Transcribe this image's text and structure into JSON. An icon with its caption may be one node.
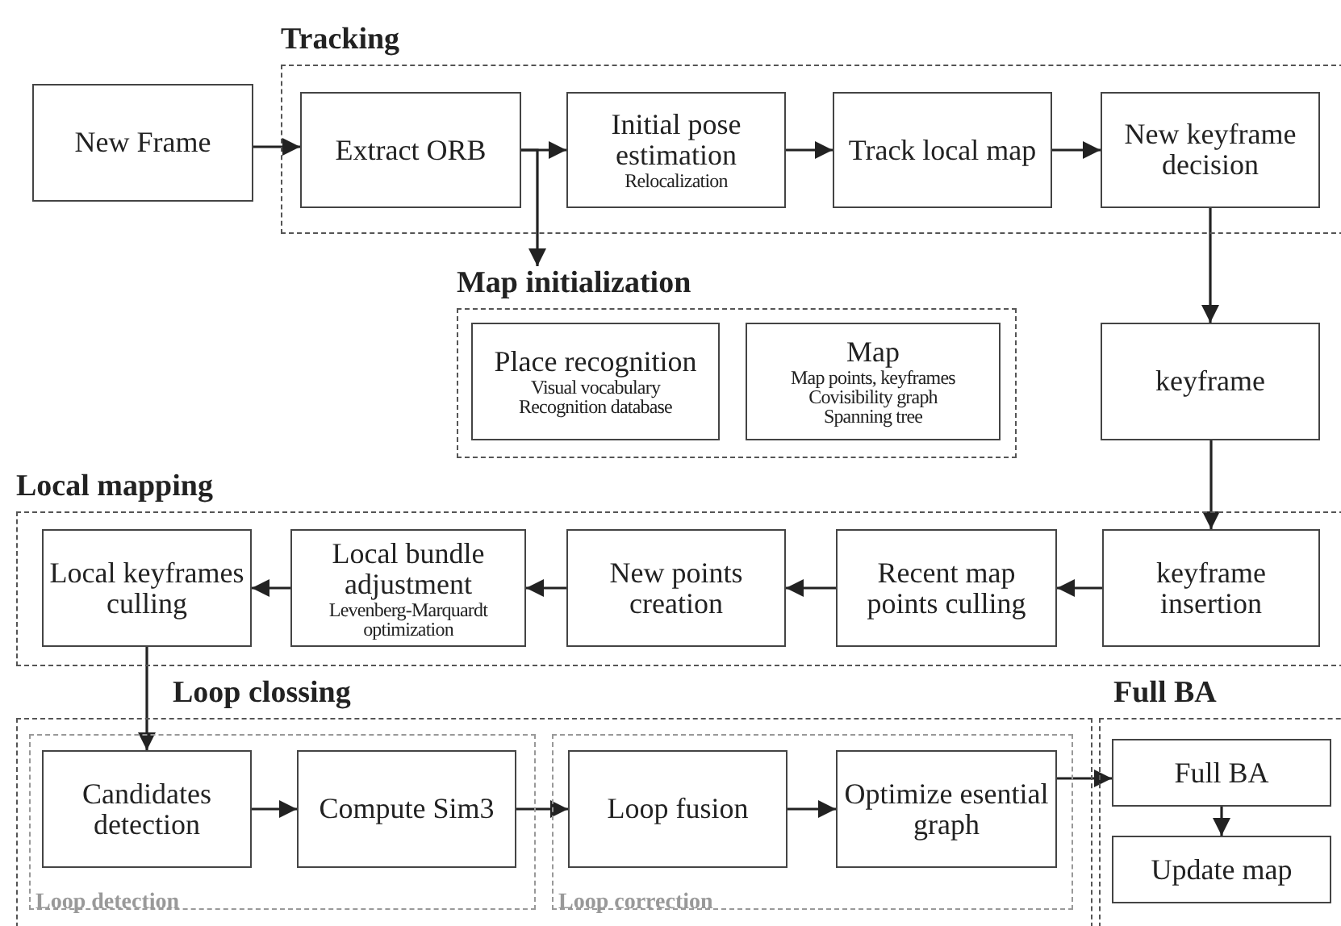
{
  "diagram": {
    "nodes": [
      {
        "text": [
          "Tracking"
        ]
      },
      {
        "text": [
          "New Frame"
        ]
      },
      {
        "text": [
          "Extract ORB"
        ],
        "in": 0
      },
      {
        "text": [
          "Initial pose estimation",
          "Relocalization"
        ],
        "in": 0
      },
      {
        "text": [
          "Track local map"
        ],
        "in": 0
      },
      {
        "text": [
          "New keyframe decision"
        ],
        "in": 0
      },
      {
        "text": [
          "Map initialization"
        ]
      },
      {
        "text": [
          "Place recognition",
          "Visual vocabulary",
          "Recognition database"
        ],
        "in": 6
      },
      {
        "text": [
          "Map",
          "Map points, keyframes",
          "Covisibility graph",
          "Spanning tree"
        ],
        "in": 6
      },
      {
        "text": [
          "keyframe"
        ]
      },
      {
        "text": [
          "Local mapping"
        ]
      },
      {
        "text": [
          "Local keyframes culling"
        ],
        "in": 10
      },
      {
        "text": [
          "Local bundle adjustment",
          "Levenberg-Marquardt optimization"
        ],
        "in": 10
      },
      {
        "text": [
          "New points creation"
        ],
        "in": 10
      },
      {
        "text": [
          "Recent map points culling"
        ],
        "in": 10
      },
      {
        "text": [
          "keyframe insertion"
        ],
        "in": 10
      },
      {
        "text": [
          "Loop clossing"
        ]
      },
      {
        "text": [
          "Loop detection"
        ],
        "in": 16
      },
      {
        "text": [
          "Candidates detection"
        ],
        "in": 17
      },
      {
        "text": [
          "Compute Sim3"
        ],
        "in": 17
      },
      {
        "text": [
          "Loop correction"
        ],
        "in": 16
      },
      {
        "text": [
          "Loop fusion"
        ],
        "in": 20
      },
      {
        "text": [
          "Optimize esential graph"
        ],
        "in": 20
      },
      {
        "text": [
          "Full BA"
        ]
      },
      {
        "text": [
          "Full BA"
        ],
        "in": 23
      },
      {
        "text": [
          "Update map"
        ],
        "in": 23
      }
    ],
    "edges": [
      {
        "from": 1,
        "to": 2,
        "arrow": "to"
      },
      {
        "from": 2,
        "to": 3,
        "arrow": "to"
      },
      {
        "from": 3,
        "to": 4,
        "arrow": "to"
      },
      {
        "from": 4,
        "to": 5,
        "arrow": "to"
      },
      {
        "from": 2,
        "to": 6,
        "arrow": "to"
      },
      {
        "from": 5,
        "to": 9,
        "arrow": "to"
      },
      {
        "from": 9,
        "to": 15,
        "arrow": "to"
      },
      {
        "from": 15,
        "to": 14,
        "arrow": "to"
      },
      {
        "from": 14,
        "to": 13,
        "arrow": "to"
      },
      {
        "from": 13,
        "to": 12,
        "arrow": "to"
      },
      {
        "from": 12,
        "to": 11,
        "arrow": "to"
      },
      {
        "from": 11,
        "to": 18,
        "arrow": "to"
      },
      {
        "from": 18,
        "to": 19,
        "arrow": "to"
      },
      {
        "from": 19,
        "to": 21,
        "arrow": "to"
      },
      {
        "from": 21,
        "to": 22,
        "arrow": "to"
      },
      {
        "from": 22,
        "to": 24,
        "arrow": "to"
      },
      {
        "from": 24,
        "to": 25,
        "arrow": "to"
      }
    ]
  }
}
